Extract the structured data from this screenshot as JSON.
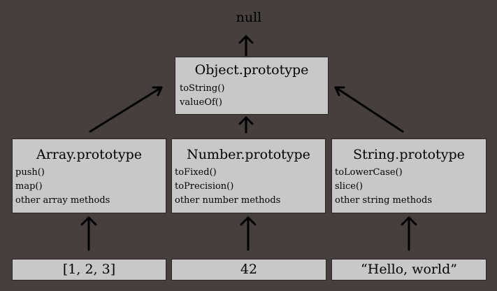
{
  "root": {
    "label": "null"
  },
  "object_prototype": {
    "title": "Object.prototype",
    "methods": [
      "toString()",
      "valueOf()"
    ]
  },
  "prototypes": [
    {
      "title": "Array.prototype",
      "methods": [
        "push()",
        "map()",
        "other array methods"
      ]
    },
    {
      "title": "Number.prototype",
      "methods": [
        "toFixed()",
        "toPrecision()",
        "other number methods"
      ]
    },
    {
      "title": "String.prototype",
      "methods": [
        "toLowerCase()",
        "slice()",
        "other string methods"
      ]
    }
  ],
  "values": [
    "[1, 2, 3]",
    "42",
    "“Hello, world”"
  ],
  "colors": {
    "background": "#463f3e",
    "box_fill": "#c8c8c8",
    "arrow": "#000000"
  }
}
